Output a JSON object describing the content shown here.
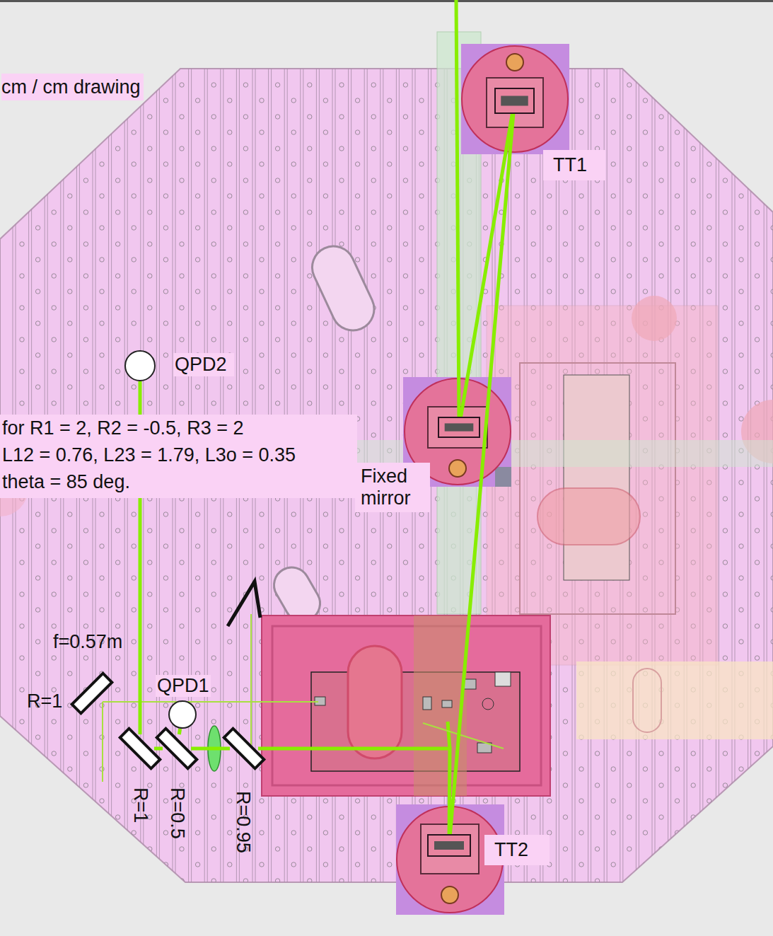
{
  "diagram": {
    "nodes": [
      {
        "text": [
          "TT1"
        ]
      },
      {
        "text": [
          "QPD2"
        ]
      },
      {
        "text": [
          "Fixed mirror"
        ]
      },
      {
        "text": [
          "R=1"
        ]
      },
      {
        "text": [
          "QPD1"
        ]
      },
      {
        "text": [
          "R=1"
        ]
      },
      {
        "text": [
          "R=0.5"
        ]
      },
      {
        "text": [
          "R=0.95"
        ]
      },
      {
        "text": [
          "TT2"
        ]
      }
    ],
    "edges": [
      {
        "from": 2,
        "to": 0,
        "arrow": "none"
      },
      {
        "from": 0,
        "to": 8,
        "arrow": "none"
      },
      {
        "from": 8,
        "to": 7,
        "arrow": "none"
      },
      {
        "from": 7,
        "to": 6,
        "arrow": "none"
      },
      {
        "from": 6,
        "to": 4,
        "arrow": "none"
      },
      {
        "from": 6,
        "to": 5,
        "arrow": "none"
      },
      {
        "from": 5,
        "to": 1,
        "arrow": "none"
      }
    ],
    "labels": [
      "cm / cm drawing",
      "for R1 = 2, R2 = -0.5, R3 = 2",
      "L12 = 0.76, L23 = 1.79, L3o = 0.35",
      "theta = 85 deg.",
      "f=0.57m"
    ]
  }
}
